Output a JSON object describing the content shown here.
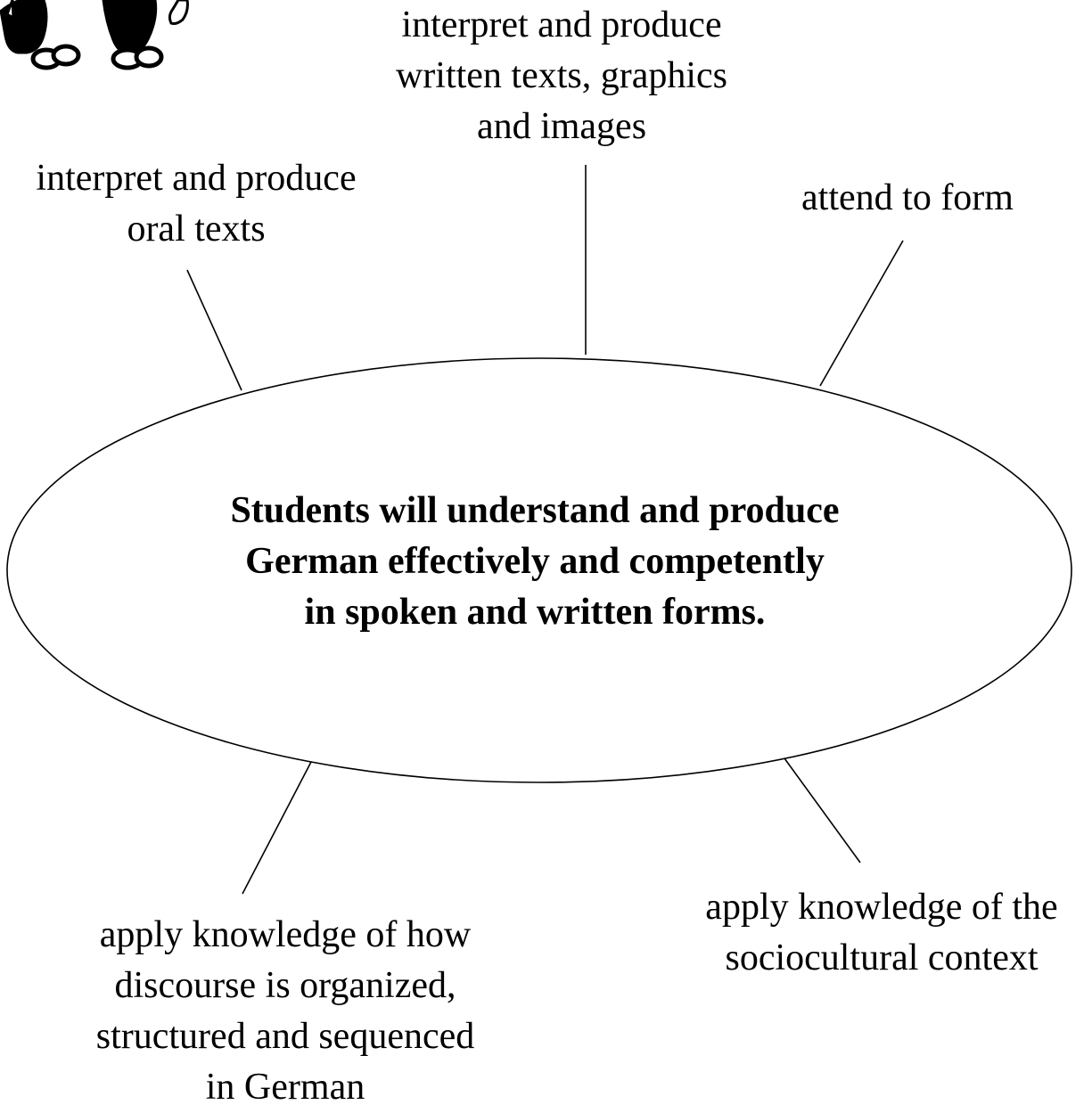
{
  "center": {
    "lines": [
      "Students will understand and produce",
      "German effectively and competently",
      "in spoken and written forms."
    ]
  },
  "branches": {
    "top": {
      "lines": [
        "interpret and produce",
        "written texts, graphics",
        "and images"
      ]
    },
    "top_left": {
      "lines": [
        "interpret and produce",
        "oral texts"
      ]
    },
    "top_right": {
      "lines": [
        "attend to form"
      ]
    },
    "bottom_left": {
      "lines": [
        "apply knowledge of how",
        "discourse is organized,",
        "structured and sequenced",
        "in German"
      ]
    },
    "bottom_right": {
      "lines": [
        "apply knowledge of the",
        "sociocultural context"
      ]
    }
  },
  "colors": {
    "ink": "#000000",
    "background": "#ffffff"
  },
  "icons": {
    "mascot": "cartoon-figures-icon"
  }
}
